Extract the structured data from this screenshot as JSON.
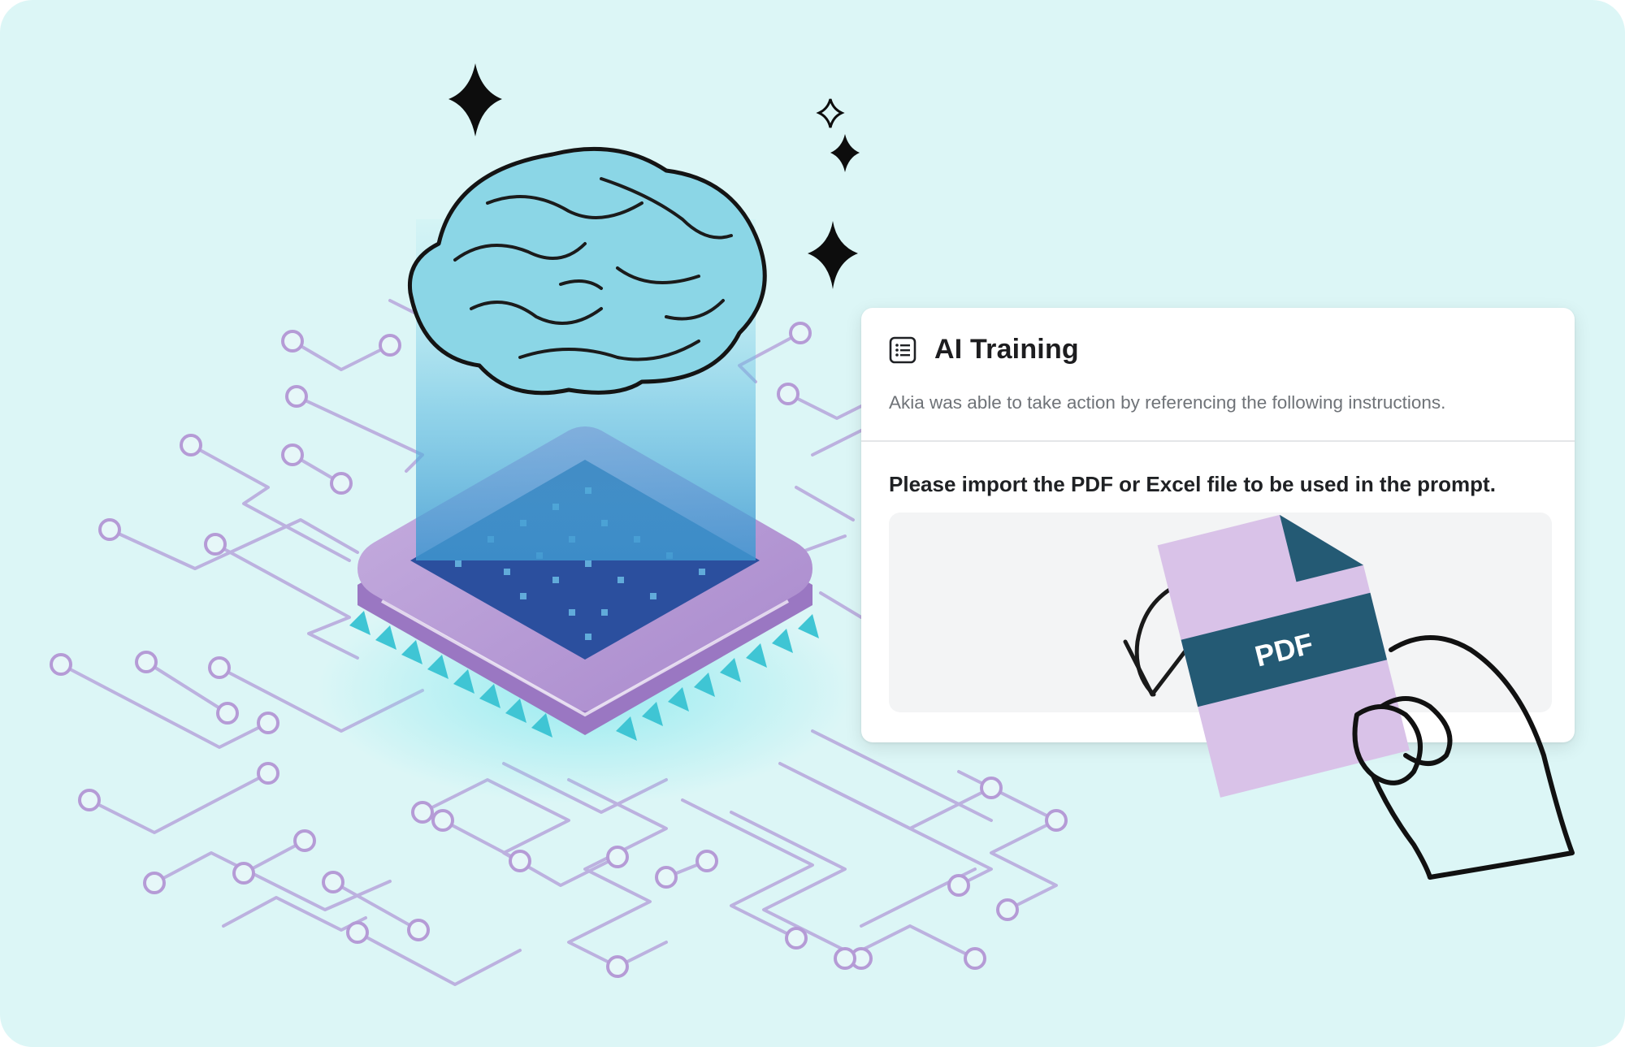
{
  "card": {
    "title": "AI Training",
    "description": "Akia was able to take action by referencing the following instructions.",
    "prompt": "Please import the PDF or Excel file to be used in the prompt.",
    "dropzone_icon": "file-upload-icon"
  },
  "illustration": {
    "file_badge_text": "PDF",
    "icons": [
      "brain-icon",
      "chip-icon",
      "sparkle-icon",
      "hand-icon",
      "pdf-file-icon",
      "curved-arrow-icon"
    ]
  },
  "colors": {
    "background": "#dcf6f6",
    "chip_purple": "#b89ad4",
    "chip_core": "#2a4f9e",
    "pins": "#3ec7d6",
    "circuit_lines": "#b7a6dc",
    "pdf_page": "#d9c2e8",
    "pdf_band": "#245a74"
  }
}
